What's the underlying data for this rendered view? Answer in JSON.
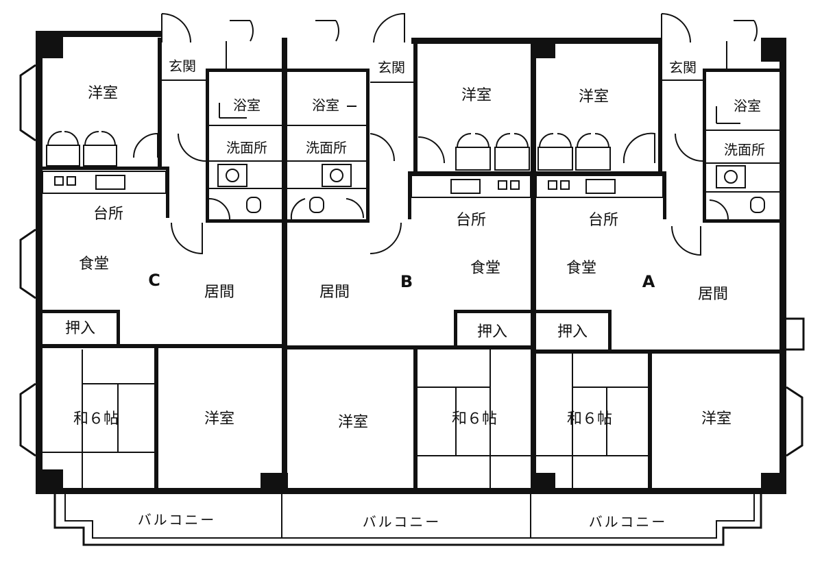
{
  "units": [
    {
      "id": "C",
      "rooms": {
        "western_top": "洋室",
        "entrance": "玄関",
        "bath": "浴室",
        "washroom": "洗面所",
        "kitchen": "台所",
        "dining": "食堂",
        "living": "居間",
        "closet": "押入",
        "japanese": "和６帖",
        "western_bottom": "洋室",
        "balcony": "バルコニー"
      }
    },
    {
      "id": "B",
      "rooms": {
        "western_top": "洋室",
        "entrance": "玄関",
        "bath": "浴室",
        "washroom": "洗面所",
        "kitchen": "台所",
        "dining": "食堂",
        "living": "居間",
        "closet": "押入",
        "japanese": "和６帖",
        "western_bottom": "洋室",
        "balcony": "バルコニー"
      }
    },
    {
      "id": "A",
      "rooms": {
        "western_top": "洋室",
        "entrance": "玄関",
        "bath": "浴室",
        "washroom": "洗面所",
        "kitchen": "台所",
        "dining": "食堂",
        "living": "居間",
        "closet": "押入",
        "japanese": "和６帖",
        "western_bottom": "洋室",
        "balcony": "バルコニー"
      }
    }
  ]
}
